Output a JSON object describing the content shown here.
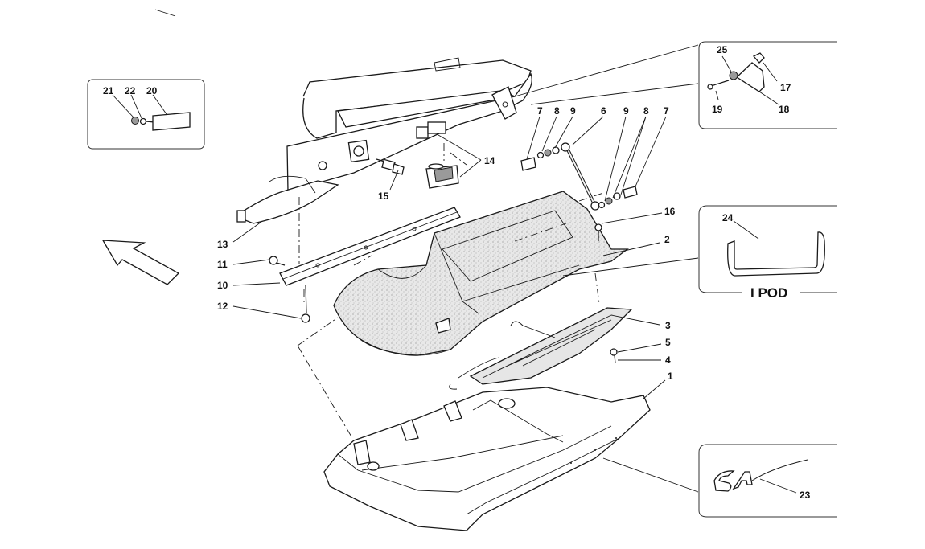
{
  "callouts": {
    "c1": "1",
    "c2": "2",
    "c3": "3",
    "c4": "4",
    "c5": "5",
    "c6": "6",
    "c7a": "7",
    "c7b": "7",
    "c8a": "8",
    "c8b": "8",
    "c9a": "9",
    "c9b": "9",
    "c10": "10",
    "c11": "11",
    "c12": "12",
    "c13": "13",
    "c14": "14",
    "c15": "15",
    "c16": "16",
    "c17": "17",
    "c18": "18",
    "c19": "19",
    "c20": "20",
    "c21": "21",
    "c22": "22",
    "c23": "23",
    "c24": "24",
    "c25": "25"
  },
  "ipod_label": "I POD",
  "icons": [
    "direction-arrow-icon"
  ],
  "colors": {
    "line": "#1a1a1a",
    "part_fill": "#f4f4f4",
    "texture_fill": "#e6e6e6",
    "background": "#ffffff"
  }
}
